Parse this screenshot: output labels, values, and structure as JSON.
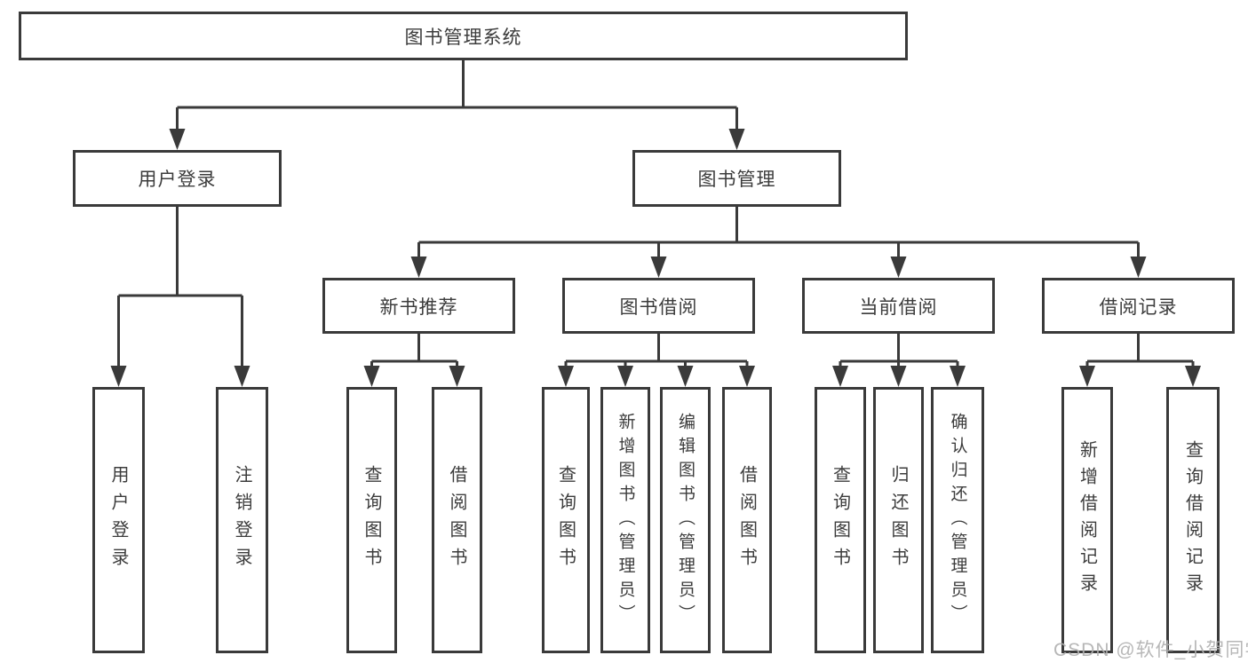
{
  "diagram_title": "图书管理系统",
  "watermark": "CSDN @软件_小贺同学",
  "colors": {
    "line": "#3a3a3a",
    "text": "#3c3c3c",
    "watermark": "#b0b0b0",
    "background": "#ffffff"
  },
  "nodes": {
    "root": {
      "label": "图书管理系统"
    },
    "user_login": {
      "label": "用户登录"
    },
    "book_mgmt": {
      "label": "图书管理"
    },
    "new_book_rec": {
      "label": "新书推荐"
    },
    "book_borrow": {
      "label": "图书借阅"
    },
    "current_borrow": {
      "label": "当前借阅"
    },
    "borrow_records": {
      "label": "借阅记录"
    },
    "login": {
      "label": "用户登录"
    },
    "logout": {
      "label": "注销登录"
    },
    "nbr_query": {
      "label": "查询图书"
    },
    "nbr_borrow": {
      "label": "借阅图书"
    },
    "bb_query": {
      "label": "查询图书"
    },
    "bb_add": {
      "label": "新增图书（管理员）"
    },
    "bb_edit": {
      "label": "编辑图书（管理员）"
    },
    "bb_borrow": {
      "label": "借阅图书"
    },
    "cb_query": {
      "label": "查询图书"
    },
    "cb_return": {
      "label": "归还图书"
    },
    "cb_confirm": {
      "label": "确认归还（管理员）"
    },
    "br_add": {
      "label": "新增借阅记录"
    },
    "br_query": {
      "label": "查询借阅记录"
    }
  },
  "hierarchy": {
    "root": [
      "user_login",
      "book_mgmt"
    ],
    "user_login": [
      "login",
      "logout"
    ],
    "book_mgmt": [
      "new_book_rec",
      "book_borrow",
      "current_borrow",
      "borrow_records"
    ],
    "new_book_rec": [
      "nbr_query",
      "nbr_borrow"
    ],
    "book_borrow": [
      "bb_query",
      "bb_add",
      "bb_edit",
      "bb_borrow"
    ],
    "current_borrow": [
      "cb_query",
      "cb_return",
      "cb_confirm"
    ],
    "borrow_records": [
      "br_add",
      "br_query"
    ]
  }
}
